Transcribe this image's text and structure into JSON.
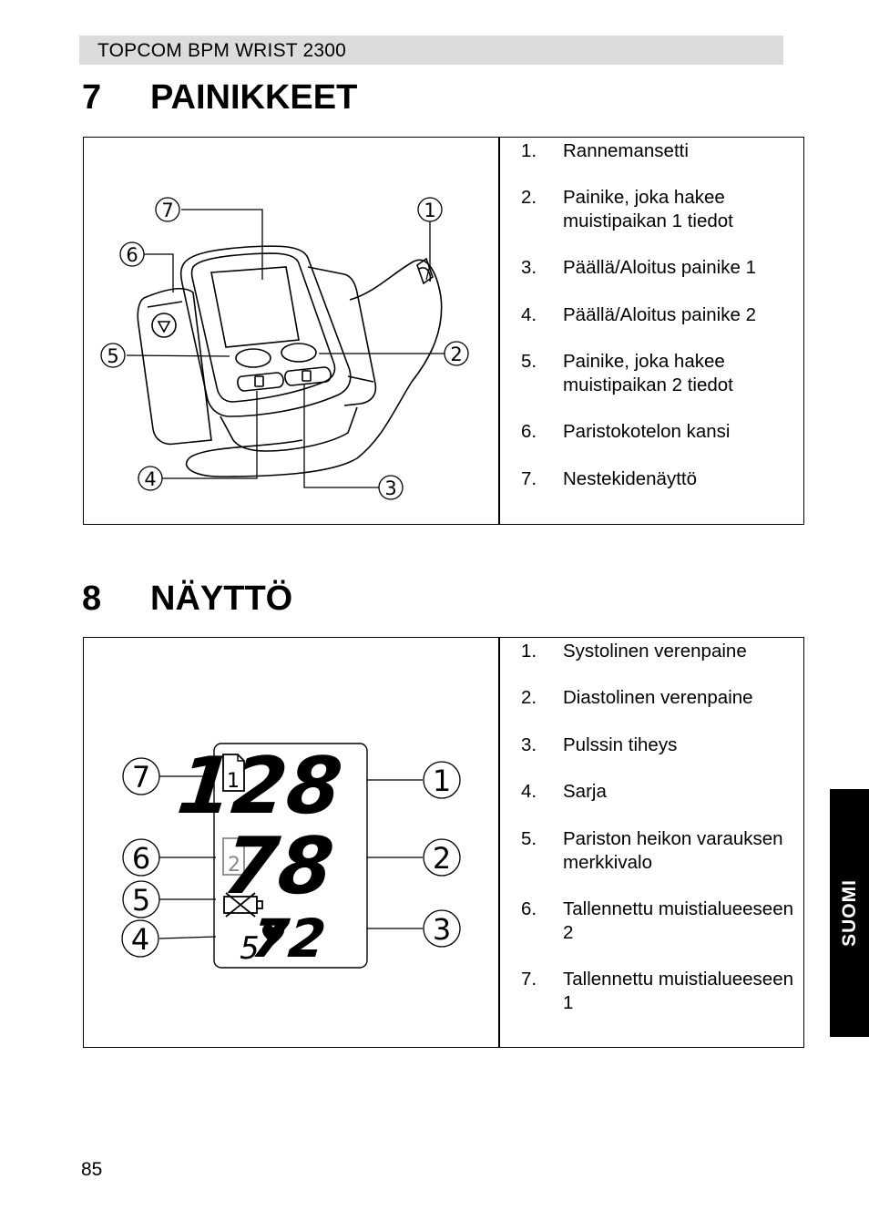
{
  "header": {
    "title": "TOPCOM BPM WRIST 2300"
  },
  "section7": {
    "number": "7",
    "title": "PAINIKKEET",
    "callouts": [
      "1",
      "2",
      "3",
      "4",
      "5",
      "6",
      "7"
    ],
    "items": [
      {
        "num": "1.",
        "text": "Rannemansetti"
      },
      {
        "num": "2.",
        "text": "Painike, joka hakee muistipaikan 1 tiedot"
      },
      {
        "num": "3.",
        "text": "Päällä/Aloitus painike 1"
      },
      {
        "num": "4.",
        "text": "Päällä/Aloitus painike 2"
      },
      {
        "num": "5.",
        "text": "Painike, joka hakee muistipaikan 2 tiedot"
      },
      {
        "num": "6.",
        "text": "Paristokotelon kansi"
      },
      {
        "num": "7.",
        "text": "Nestekidenäyttö"
      }
    ]
  },
  "section8": {
    "number": "8",
    "title": "NÄYTTÖ",
    "display": {
      "systolic": "128",
      "diastolic": "78",
      "pulse": "72",
      "series": "5",
      "memory1": "1",
      "memory2": "2"
    },
    "callouts": [
      "1",
      "2",
      "3",
      "4",
      "5",
      "6",
      "7"
    ],
    "items": [
      {
        "num": "1.",
        "text": "Systolinen verenpaine"
      },
      {
        "num": "2.",
        "text": "Diastolinen verenpaine"
      },
      {
        "num": "3.",
        "text": "Pulssin tiheys"
      },
      {
        "num": "4.",
        "text": "Sarja"
      },
      {
        "num": "5.",
        "text": "Pariston heikon varauksen merkkivalo"
      },
      {
        "num": "6.",
        "text": "Tallennettu muistialueeseen 2"
      },
      {
        "num": "7.",
        "text": "Tallennettu muistialueeseen 1"
      }
    ]
  },
  "side_tab": {
    "label": "SUOMI"
  },
  "page_number": "85",
  "icons": [
    "battery-low-icon",
    "heart-icon",
    "memory-1-icon",
    "memory-2-icon"
  ]
}
